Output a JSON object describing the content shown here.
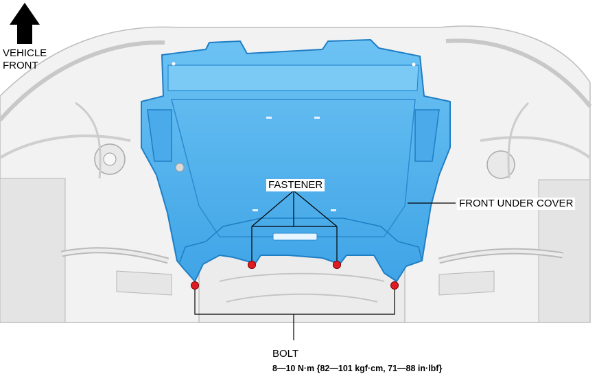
{
  "orientation": {
    "line1": "VEHICLE",
    "line2": "FRONT"
  },
  "callouts": {
    "fastener": "FASTENER",
    "cover": "FRONT UNDER COVER",
    "bolt": "BOLT",
    "torque": "8—10 N·m {82—101 kgf·cm, 71—88 in·lbf}"
  },
  "colors": {
    "cover": "#5ab4ee",
    "cover_edge": "#1f7dc4",
    "marker": "#e01b24"
  },
  "icons": {
    "arrow": "up-arrow-icon",
    "marker": "red-dot-icon"
  }
}
